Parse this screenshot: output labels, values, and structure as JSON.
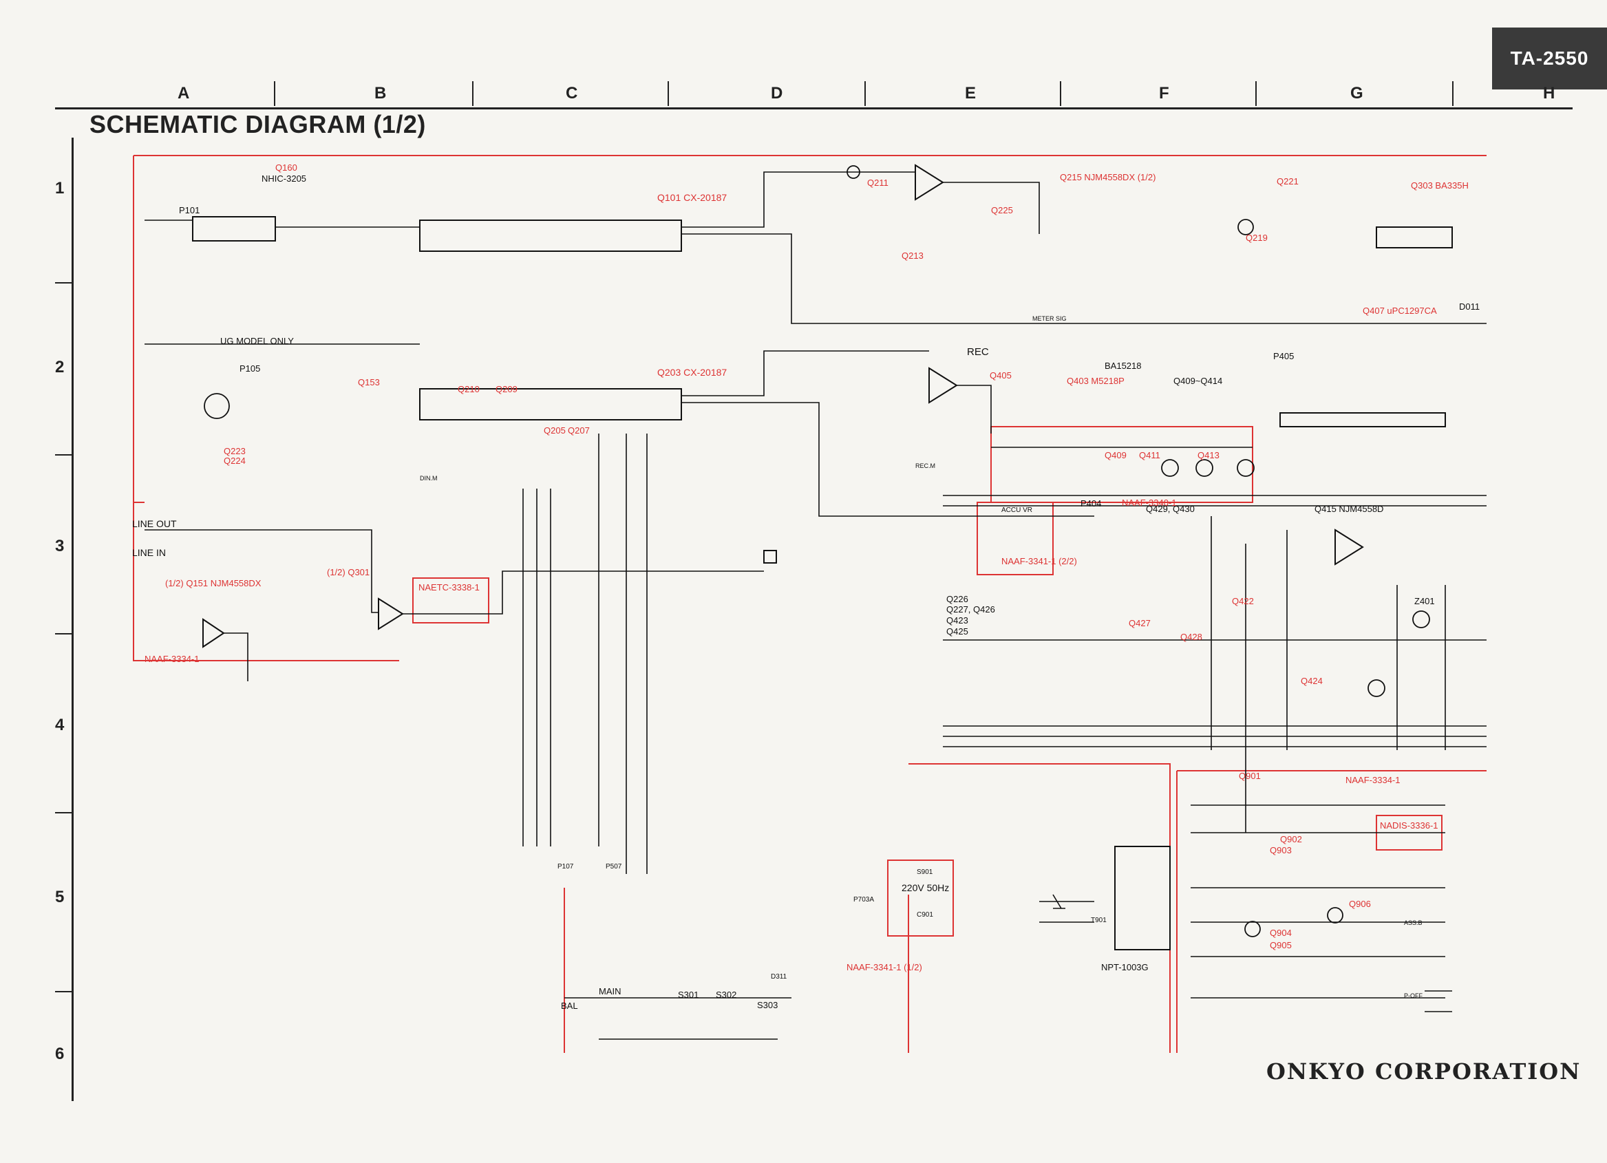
{
  "model": "TA-2550",
  "title": "SCHEMATIC DIAGRAM (1/2)",
  "columns": [
    "A",
    "B",
    "C",
    "D",
    "E",
    "F",
    "G",
    "H"
  ],
  "rows": [
    "1",
    "2",
    "3",
    "4",
    "5",
    "6"
  ],
  "footer": {
    "brand": "ONKYO",
    "company": "CORPORATION"
  },
  "colors": {
    "ink": "#111111",
    "red_outline": "#d33333",
    "badge": "#3a3a3a",
    "paper": "#f6f5f1"
  },
  "labels": {
    "q160": "Q160",
    "nhic": "NHIC-3205",
    "p101": "P101",
    "q101": "Q101 CX-20187",
    "q203": "Q203 CX-20187",
    "q211": "Q211",
    "q215": "Q215 NJM4558DX (1/2)",
    "q221": "Q221",
    "q303": "Q303 BA335H",
    "q225": "Q225",
    "q213": "Q213",
    "q219": "Q219",
    "q407": "Q407 uPC1297CA",
    "d011": "D011",
    "ug_model": "UG MODEL ONLY",
    "p105": "P105",
    "q153": "Q153",
    "q210": "Q210",
    "q209": "Q209",
    "q205": "Q205",
    "q207": "Q207",
    "q223": "Q223",
    "q224": "Q224",
    "q403": "Q403 M5218P",
    "ba15218": "BA15218",
    "q409_414": "Q409~Q414",
    "q405": "Q405",
    "q409": "Q409",
    "q411": "Q411",
    "q413": "Q413",
    "naaf_3340": "NAAF-3340-1",
    "p404": "P404",
    "p405": "P405",
    "rec": "REC",
    "line_out": "LINE OUT",
    "line_in": "LINE IN",
    "q151": "(1/2) Q151 NJM4558DX",
    "q301": "(1/2) Q301",
    "naetc_3338": "NAETC-3338-1",
    "naaf_3334_a": "NAAF-3334-1",
    "q429_430": "Q429, Q430",
    "q415": "Q415 NJM4558D",
    "naaf_3341_a": "NAAF-3341-1 (2/2)",
    "accu_vr": "ACCU VR",
    "q226": "Q226",
    "q227": "Q227, Q426",
    "q423": "Q423",
    "q425": "Q425",
    "q427": "Q427",
    "q428": "Q428",
    "q422": "Q422",
    "q424": "Q424",
    "z401": "Z401",
    "power_voltage": "220V 50Hz",
    "s901": "S901",
    "c901": "C901",
    "transformer": "NPT-1003G",
    "t901": "T901",
    "q901": "Q901",
    "q902": "Q902",
    "q903": "Q903",
    "q904": "Q904",
    "q905": "Q905",
    "q906": "Q906",
    "naaf_3334_b": "NAAF-3334-1",
    "nadis_3336": "NADIS-3336-1",
    "p107": "P107",
    "p507": "P507",
    "p703a": "P703A",
    "naaf_3341_b": "NAAF-3341-1 (1/2)",
    "s301": "S301",
    "s302": "S302",
    "s303": "S303",
    "d311": "D311",
    "main": "MAIN",
    "bal": "BAL",
    "din_m": "DIN.M",
    "rec_m": "REC.M",
    "metr_sig": "METER SIG",
    "p_off": "P-OFF",
    "ass_b": "ASS.B"
  }
}
